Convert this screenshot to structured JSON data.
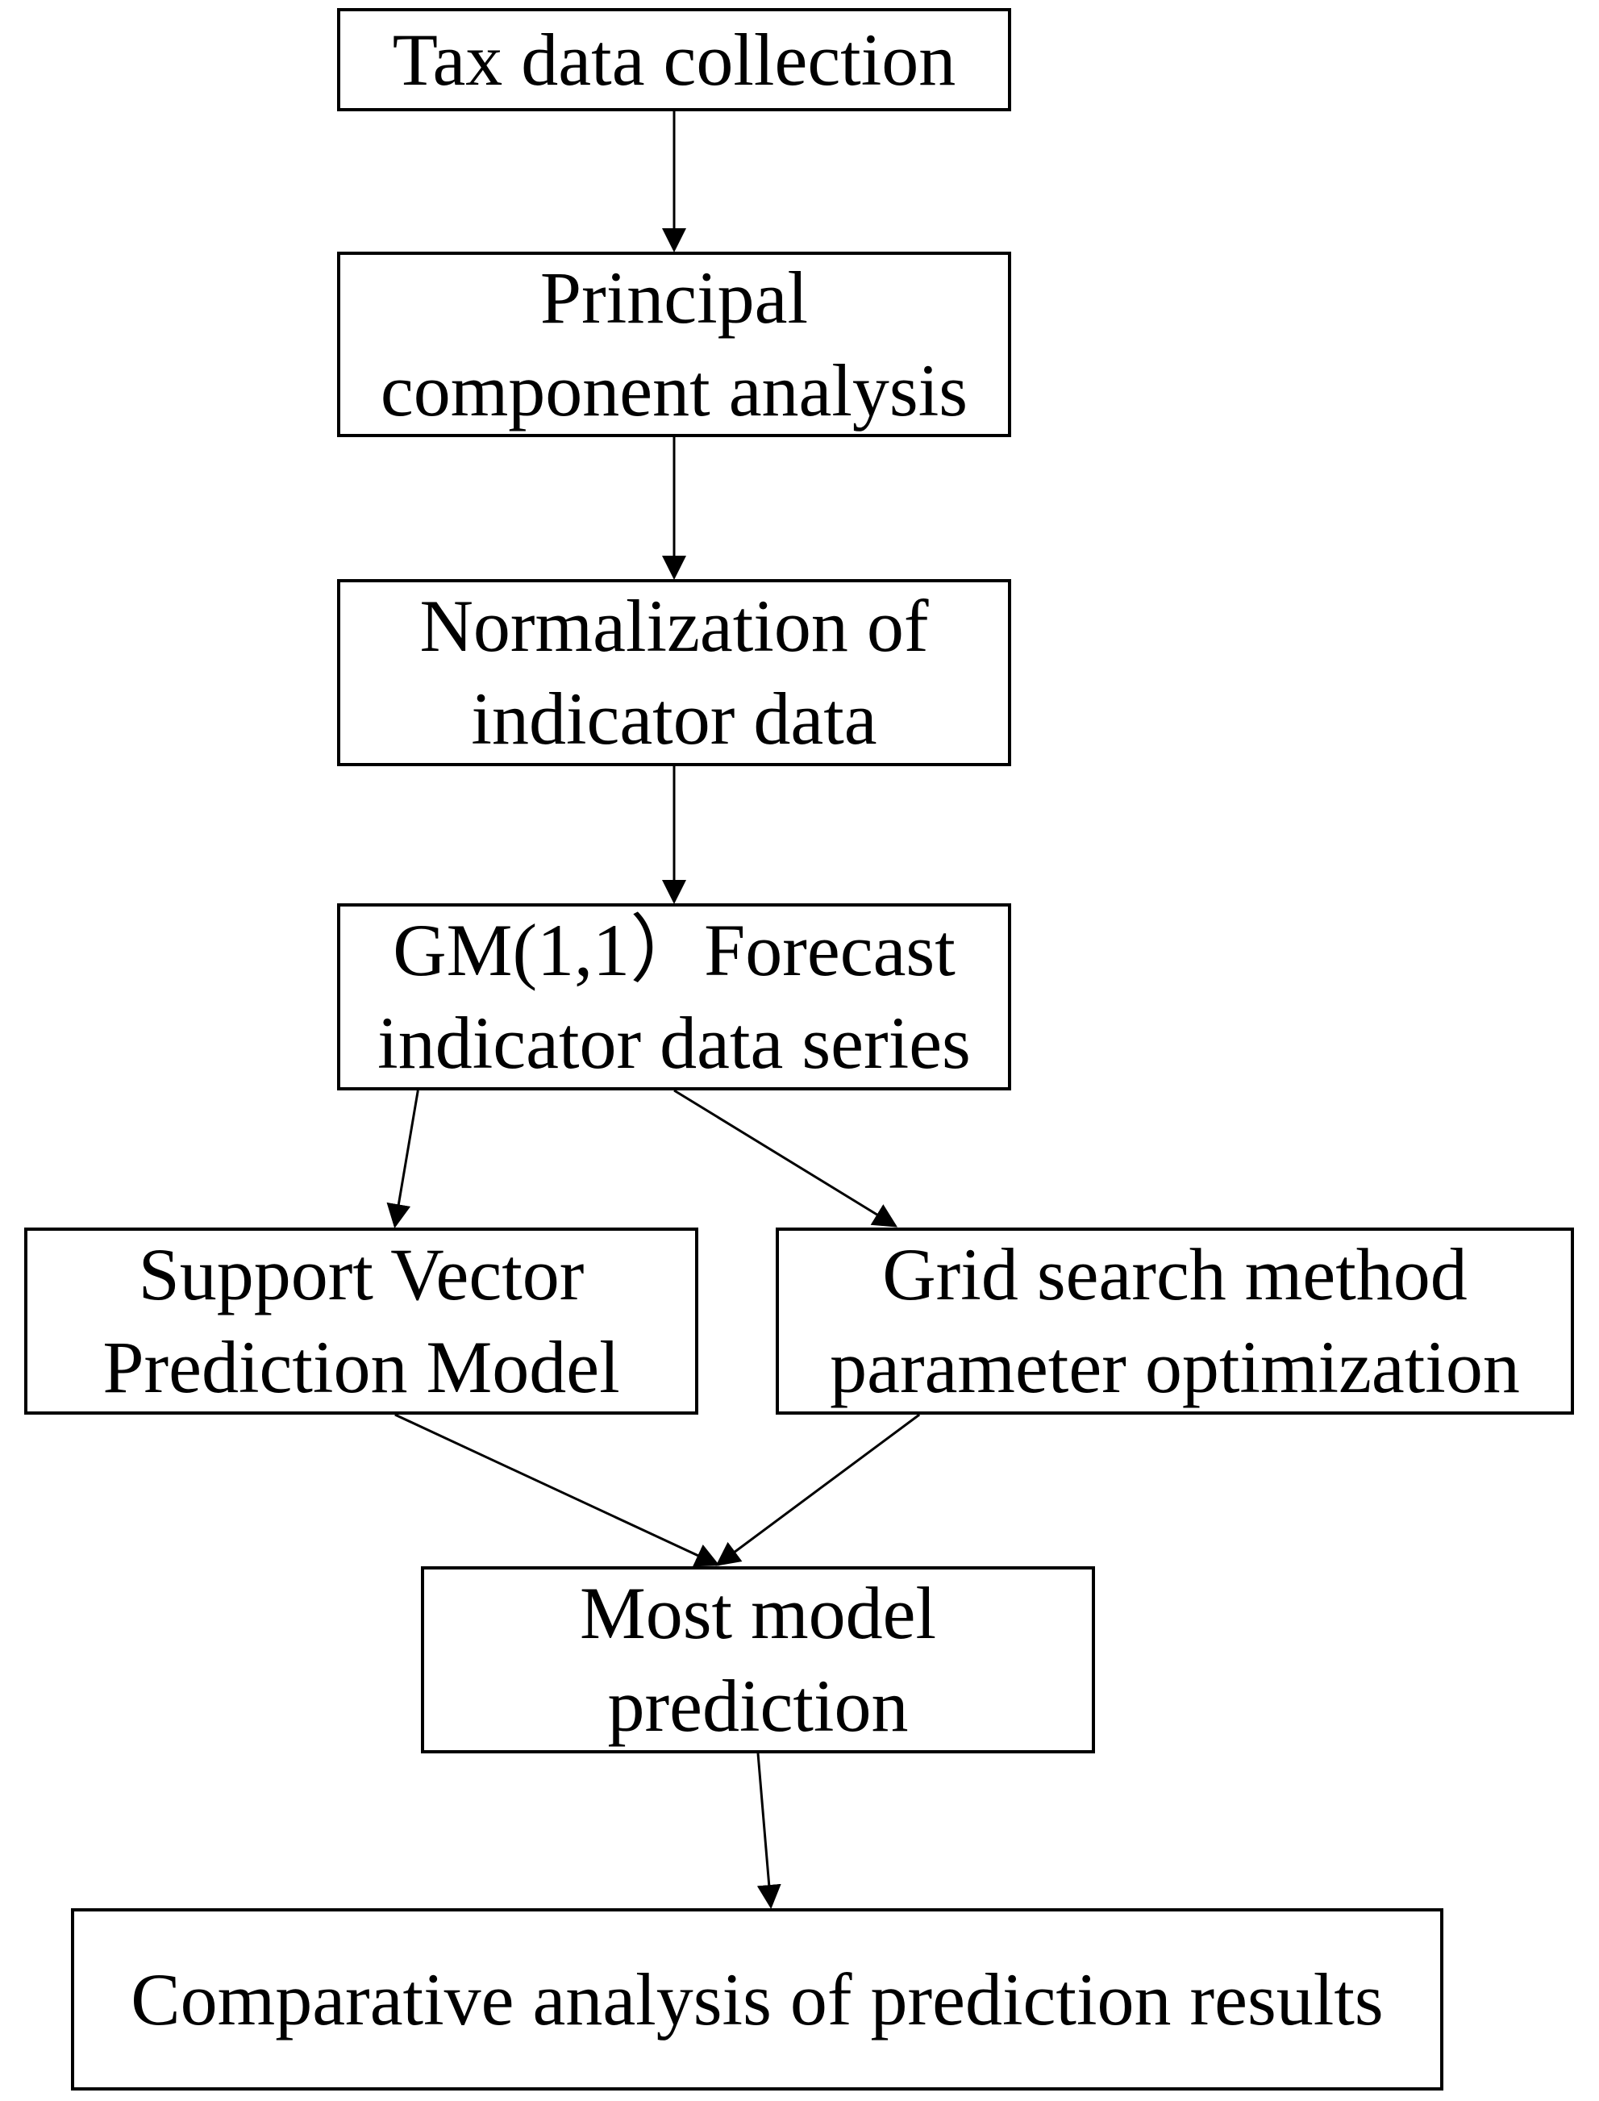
{
  "nodes": {
    "tax": {
      "label": "Tax data collection"
    },
    "pca": {
      "line1": "Principal",
      "line2": "component analysis"
    },
    "norm": {
      "line1": "Normalization of",
      "line2": "indicator data"
    },
    "gm": {
      "line1": "GM(1,1）Forecast",
      "line2": "indicator data series"
    },
    "svm": {
      "line1": "Support Vector",
      "line2": "Prediction Model"
    },
    "grid": {
      "line1": "Grid search method",
      "line2": "parameter optimization"
    },
    "most": {
      "line1": "Most model",
      "line2": "prediction"
    },
    "compare": {
      "label": "Comparative analysis of prediction results"
    }
  },
  "edges": [
    {
      "from": "tax",
      "to": "pca"
    },
    {
      "from": "pca",
      "to": "norm"
    },
    {
      "from": "norm",
      "to": "gm"
    },
    {
      "from": "gm",
      "to": "svm"
    },
    {
      "from": "gm",
      "to": "grid"
    },
    {
      "from": "svm",
      "to": "most"
    },
    {
      "from": "grid",
      "to": "most"
    },
    {
      "from": "most",
      "to": "compare"
    }
  ],
  "colors": {
    "stroke": "#000000",
    "background": "#ffffff"
  }
}
